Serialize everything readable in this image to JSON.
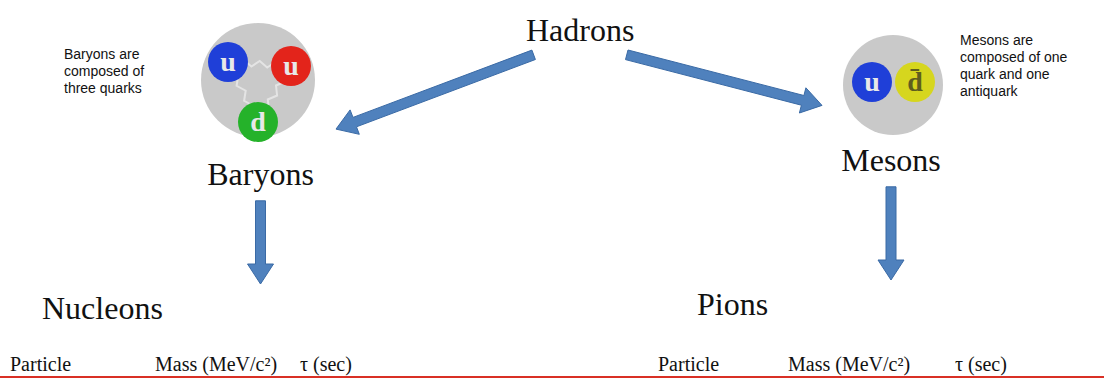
{
  "diagram": {
    "nodes": [
      {
        "text": [
          "Hadrons"
        ]
      },
      {
        "text": [
          "Baryons"
        ]
      },
      {
        "text": [
          "u"
        ],
        "in": 1
      },
      {
        "text": [
          "u"
        ],
        "in": 1
      },
      {
        "text": [
          "d"
        ],
        "in": 1
      },
      {
        "text": [
          "Mesons"
        ]
      },
      {
        "text": [
          "u"
        ],
        "in": 5
      },
      {
        "text": [
          "d̄"
        ],
        "in": 5
      },
      {
        "text": [
          "Nucleons"
        ]
      },
      {
        "text": [
          "Pions"
        ]
      }
    ],
    "edges": [
      {
        "from": 0,
        "to": 1,
        "arrow": "to"
      },
      {
        "from": 0,
        "to": 5,
        "arrow": "to"
      },
      {
        "from": 1,
        "to": 8,
        "arrow": "to"
      },
      {
        "from": 5,
        "to": 9,
        "arrow": "to"
      }
    ],
    "labels": [
      "Baryons are composed of three quarks",
      "Mesons are composed of one quark and one antiquark",
      "Particle",
      "Mass (MeV/c²)",
      "τ (sec)",
      "Particle",
      "Mass (MeV/c²)",
      "τ (sec)"
    ]
  }
}
